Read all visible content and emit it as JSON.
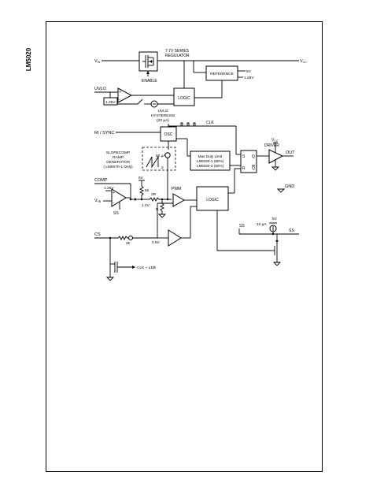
{
  "page": {
    "side_title": "LM5020"
  },
  "diagram": {
    "pins": {
      "vin": "V",
      "vin_sub": "IN",
      "vcc_out": "V",
      "vcc_out_sub": "CC",
      "uvlo": "UVLO",
      "rt_sync": "Rt / SYNC",
      "comp": "COMP",
      "cs": "CS",
      "out": "OUT",
      "gnd": "GND",
      "ss": "SS",
      "ss_right": "SS"
    },
    "blocks": {
      "regulator": [
        "7.7V SERIES",
        "REGULATOR"
      ],
      "enable": "ENABLE",
      "reference": "REFERENCE",
      "ref_5v": "5V",
      "ref_125v": "1.25V",
      "logic_top": "LOGIC",
      "uvlo_ref": "1.25V",
      "uvlo_hysteresis": [
        "UVLO",
        "HYSTERESIS",
        "(20 µA)"
      ],
      "osc": "OSC",
      "clk": "CLK",
      "slopecomp": [
        "SLOPECOMP",
        "RAMP",
        "GENERATOR",
        "( LM5070-1 Only)"
      ],
      "ramp_current": "50 µA",
      "ramp_num": "2",
      "max_duty": [
        "Max Duty Limit",
        "LM5020-1 (80%)",
        "LM5020-2 (50%)"
      ],
      "sr_s": "S",
      "sr_r": "R",
      "sr_q": "Q",
      "sr_qbar": "Q",
      "driver": "DRIVER",
      "driver_vcc": "V",
      "driver_vcc_sub": "CC",
      "err_ref": "1.25V",
      "vfb": "V",
      "vfb_sub": "FB",
      "ss_small": "SS",
      "pullup_5v": "5V",
      "res_5k": "5k",
      "res_2r": "2R",
      "res_r": "R",
      "ref_14v": "1.4V",
      "pwm": "PWM",
      "logic_mid": "LOGIC",
      "cs_ref": "0.5V",
      "res_2k": "2k",
      "clk_leb": "CLK + LEB",
      "ss_current": "10 µA",
      "ss_5v": "5V"
    }
  }
}
